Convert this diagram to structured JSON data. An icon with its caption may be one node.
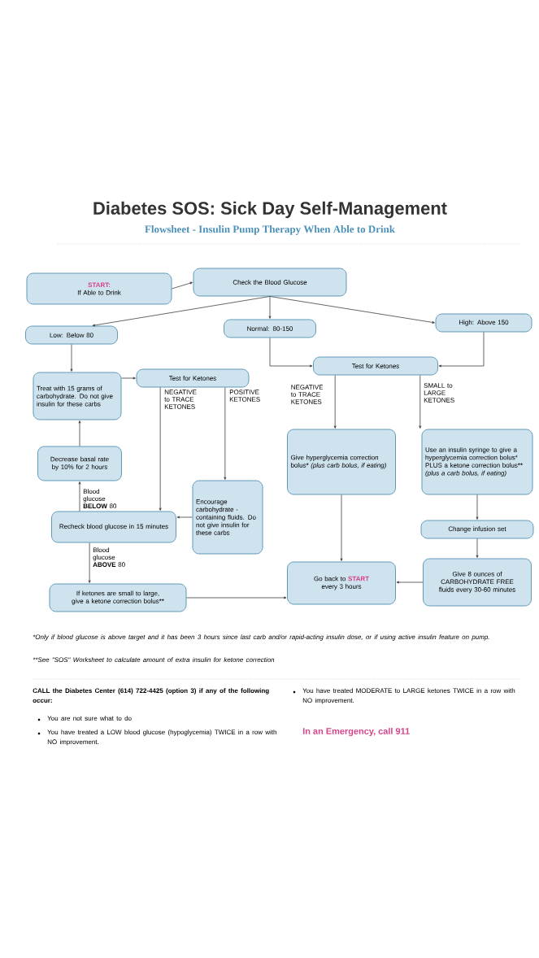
{
  "diagram": {
    "title": "Diabetes SOS: Sick Day Self-Management",
    "nodes": [
      {
        "text": [
          "START:",
          "If Able to Drink"
        ]
      },
      {
        "text": [
          "Check the Blood Glucose"
        ]
      },
      {
        "text": [
          "Low: Below 80"
        ]
      },
      {
        "text": [
          "Normal: 80-150"
        ]
      },
      {
        "text": [
          "High: Above 150"
        ]
      },
      {
        "text": [
          "Treat with 15 grams of carbohydrate. Do not give insulin for these carbs"
        ]
      },
      {
        "text": [
          "Test for Ketones"
        ]
      },
      {
        "text": [
          "Test for Ketones"
        ]
      },
      {
        "text": [
          "Decrease basal rate by 10% for 2 hours"
        ]
      },
      {
        "text": [
          "Encourage carbohydrate - containing fluids. Do not give insulin for these carbs"
        ]
      },
      {
        "text": [
          "Give hyperglycemia correction bolus*",
          "(plus carb bolus, if eating)"
        ]
      },
      {
        "text": [
          "Use an insulin syringe to give a hyperglycemia correction bolus*",
          "PLUS a ketone correction bolus**",
          "(plus a carb bolus, if eating)"
        ]
      },
      {
        "text": [
          "Recheck blood glucose in 15 minutes"
        ]
      },
      {
        "text": [
          "Change infusion set"
        ]
      },
      {
        "text": [
          "If ketones are small to large, give a ketone correction bolus**"
        ]
      },
      {
        "text": [
          "Go back to",
          "START",
          "every 3 hours"
        ]
      },
      {
        "text": [
          "Give 8 ounces of CARBOHYDRATE FREE fluids every 30-60 minutes"
        ]
      }
    ],
    "edges": [
      {
        "from": 0,
        "to": 1,
        "arrow": "to"
      },
      {
        "from": 1,
        "to": 2,
        "arrow": "to"
      },
      {
        "from": 1,
        "to": 3,
        "arrow": "to"
      },
      {
        "from": 1,
        "to": 4,
        "arrow": "to"
      },
      {
        "from": 2,
        "to": 5,
        "arrow": "to"
      },
      {
        "from": 5,
        "to": 6,
        "arrow": "to"
      },
      {
        "from": 3,
        "to": 7,
        "arrow": "to"
      },
      {
        "from": 4,
        "to": 7,
        "arrow": "to"
      },
      {
        "from": 6,
        "to": 12,
        "arrow": "to",
        "label": "NEGATIVE to TRACE KETONES"
      },
      {
        "from": 6,
        "to": 9,
        "arrow": "to",
        "label": "POSITIVE KETONES"
      },
      {
        "from": 9,
        "to": 12,
        "arrow": "to"
      },
      {
        "from": 12,
        "to": 8,
        "arrow": "to",
        "label": "Blood glucose **BELOW** 80"
      },
      {
        "from": 8,
        "to": 5,
        "arrow": "to"
      },
      {
        "from": 12,
        "to": 14,
        "arrow": "to",
        "label": "Blood glucose **ABOVE** 80"
      },
      {
        "from": 7,
        "to": 10,
        "arrow": "to",
        "label": "NEGATIVE to TRACE KETONES"
      },
      {
        "from": 7,
        "to": 11,
        "arrow": "to",
        "label": "SMALL to LARGE KETONES"
      },
      {
        "from": 11,
        "to": 13,
        "arrow": "to"
      },
      {
        "from": 13,
        "to": 16,
        "arrow": "to"
      },
      {
        "from": 16,
        "to": 15,
        "arrow": "to"
      },
      {
        "from": 10,
        "to": 15,
        "arrow": "to"
      },
      {
        "from": 14,
        "to": 15,
        "arrow": "to"
      }
    ],
    "labels": [
      "Flowsheet - Insulin Pump Therapy When Able to Drink",
      "*Only if blood glucose is above target and it has been 3 hours since last carb and/or rapid-acting insulin dose, or if using active insulin feature on pump.",
      "**See \"SOS\" Worksheet to calculate amount of extra insulin for ketone correction",
      "CALL the Diabetes Center (614) 722-4425 (option 3) if any of the following occur:",
      "You are not sure what to do",
      "You have treated a LOW blood glucose (hypoglycemia) TWICE in a row with NO improvement.",
      "You have treated MODERATE to LARGE ketones TWICE in a row with NO improvement.",
      "In an Emergency, call 911"
    ]
  }
}
